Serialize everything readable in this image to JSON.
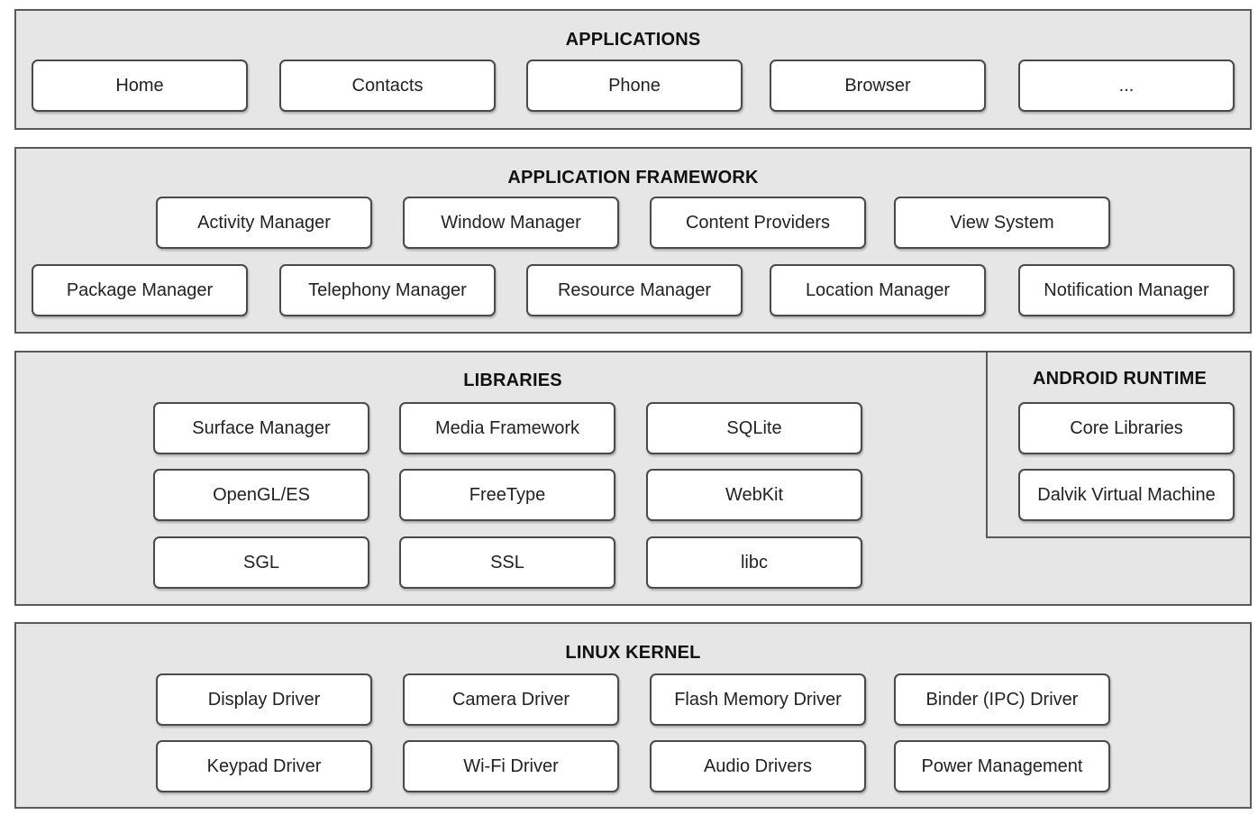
{
  "applications": {
    "title": "APPLICATIONS",
    "items": [
      "Home",
      "Contacts",
      "Phone",
      "Browser",
      "..."
    ]
  },
  "framework": {
    "title": "APPLICATION FRAMEWORK",
    "row1": [
      "Activity Manager",
      "Window Manager",
      "Content Providers",
      "View System"
    ],
    "row2": [
      "Package Manager",
      "Telephony Manager",
      "Resource Manager",
      "Location Manager",
      "Notification Manager"
    ]
  },
  "libraries": {
    "title": "LIBRARIES",
    "row1": [
      "Surface Manager",
      "Media Framework",
      "SQLite"
    ],
    "row2": [
      "OpenGL/ES",
      "FreeType",
      "WebKit"
    ],
    "row3": [
      "SGL",
      "SSL",
      "libc"
    ]
  },
  "runtime": {
    "title": "ANDROID RUNTIME",
    "items": [
      "Core Libraries",
      "Dalvik Virtual Machine"
    ]
  },
  "kernel": {
    "title": "LINUX KERNEL",
    "row1": [
      "Display Driver",
      "Camera Driver",
      "Flash Memory Driver",
      "Binder (IPC) Driver"
    ],
    "row2": [
      "Keypad Driver",
      "Wi-Fi Driver",
      "Audio Drivers",
      "Power Management"
    ]
  },
  "colors": {
    "layer_fill": "#e6e6e7",
    "box_fill": "#ffffff",
    "border": "#4a4a4a"
  }
}
